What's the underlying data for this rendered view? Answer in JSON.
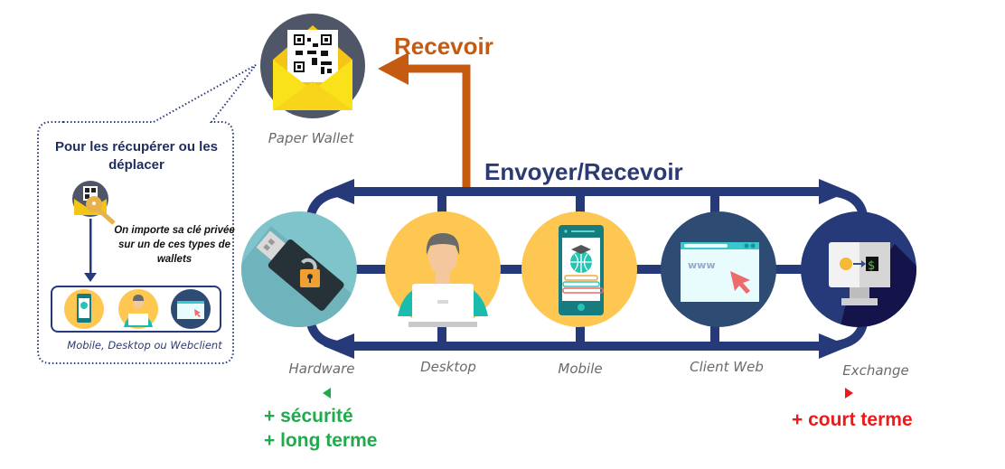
{
  "top": {
    "recevoir_label": "Recevoir",
    "paper_wallet_label": "Paper Wallet"
  },
  "flow": {
    "title": "Envoyer/Recevoir",
    "wallets": [
      {
        "label": "Hardware",
        "icon": "usb-lock-icon",
        "color": "#7fc4cb"
      },
      {
        "label": "Desktop",
        "icon": "desktop-user-icon",
        "color": "#fdc751"
      },
      {
        "label": "Mobile",
        "icon": "mobile-phone-icon",
        "color": "#fdc751"
      },
      {
        "label": "Client Web",
        "icon": "browser-www-icon",
        "color": "#2d4b73"
      },
      {
        "label": "Exchange",
        "icon": "exchange-monitor-icon",
        "color": "#263a7a"
      }
    ]
  },
  "callout": {
    "title": "Pour les récupérer ou les déplacer",
    "note": "On importe sa clé privée sur un de ces types de wallets",
    "footer": "Mobile, Desktop ou Webclient"
  },
  "scale": {
    "left_lines": [
      "+ sécurité",
      "+ long terme"
    ],
    "right_line": "+ court terme"
  },
  "colors": {
    "navy": "#263a7a",
    "orange": "#c55a11",
    "green": "#1faa4b",
    "red": "#f01818"
  }
}
